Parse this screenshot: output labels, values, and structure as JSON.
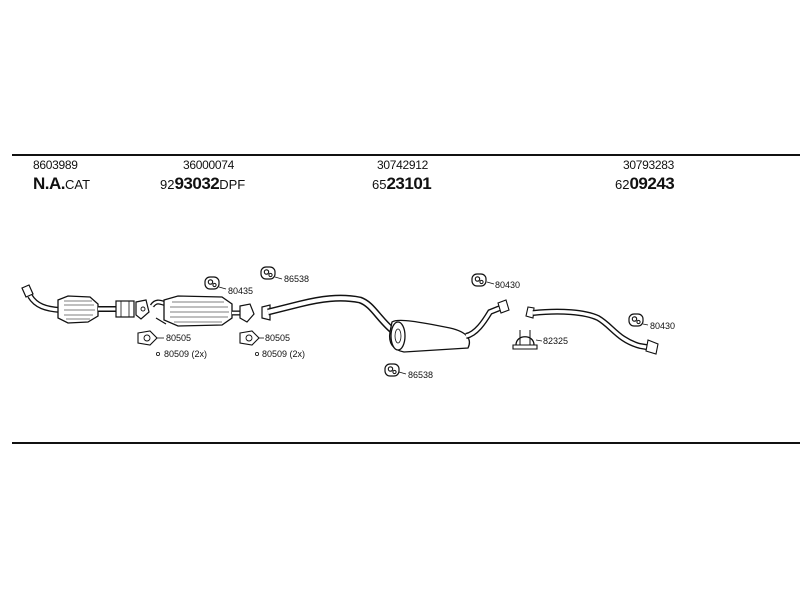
{
  "columns": [
    {
      "part_number": "8603989",
      "code_big": "N.A.",
      "code_prefix": "",
      "code_suffix": "CAT"
    },
    {
      "part_number": "36000074",
      "code_prefix": "92",
      "code_big": "93032",
      "code_suffix": "DPF"
    },
    {
      "part_number": "30742912",
      "code_prefix": "65",
      "code_big": "23101",
      "code_suffix": ""
    },
    {
      "part_number": "30793283",
      "code_prefix": "62",
      "code_big": "09243",
      "code_suffix": ""
    }
  ],
  "labels": {
    "gasket_1": "80505",
    "bolt_1": "80509 (2x)",
    "hanger_80435": "80435",
    "gasket_2": "80505",
    "bolt_2": "80509 (2x)",
    "hanger_86538_top": "86538",
    "hanger_86538_bottom": "86538",
    "hanger_80430_mid": "80430",
    "clamp_82325": "82325",
    "hanger_80430_rear": "80430"
  }
}
